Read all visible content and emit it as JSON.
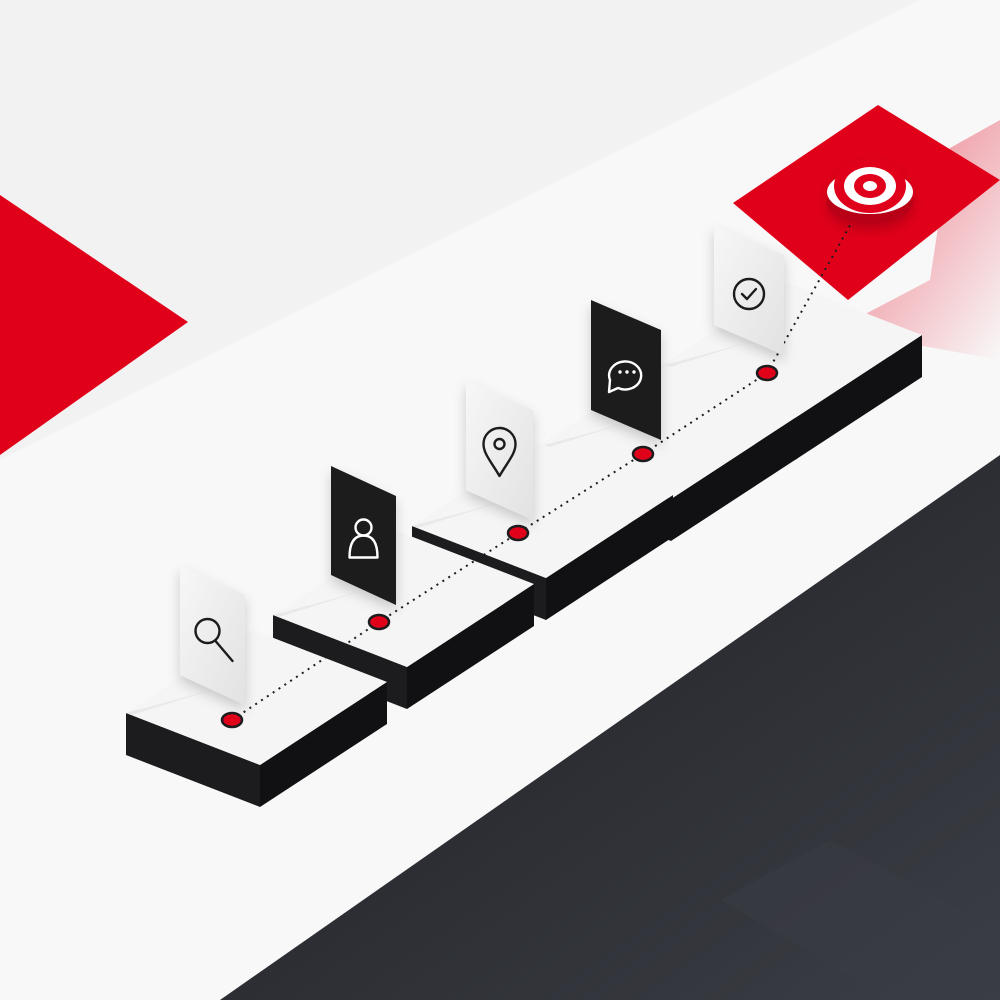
{
  "colors": {
    "accent": "#e1001a",
    "dark": "#1c1c1e",
    "light": "#f4f4f4",
    "card_light": "#ededed",
    "background_dark": "#25272c"
  },
  "steps": [
    {
      "icon": "search-icon",
      "card_style": "light"
    },
    {
      "icon": "user-icon",
      "card_style": "dark"
    },
    {
      "icon": "location-pin-icon",
      "card_style": "light"
    },
    {
      "icon": "chat-bubble-icon",
      "card_style": "dark"
    },
    {
      "icon": "check-circle-icon",
      "card_style": "light"
    }
  ],
  "goal": {
    "icon": "target-icon"
  }
}
